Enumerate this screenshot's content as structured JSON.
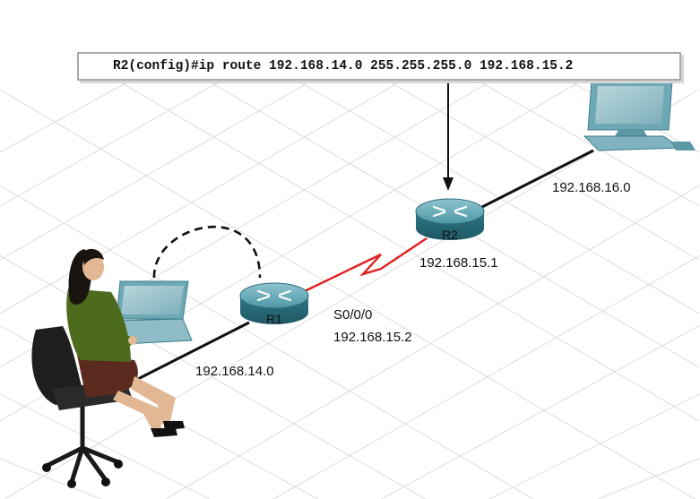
{
  "command": "R2(config)#ip route 192.168.14.0 255.255.255.0 192.168.15.2",
  "routers": [
    {
      "id": "R1",
      "label": "R1"
    },
    {
      "id": "R2",
      "label": "R2"
    }
  ],
  "labels": {
    "lan_r1": "192.168.14.0",
    "r1_interface": "S0/0/0",
    "r1_serial_ip": "192.168.15.2",
    "r2_serial_ip": "192.168.15.1",
    "lan_r2": "192.168.16.0"
  },
  "colors": {
    "serial_link": "#e02020",
    "ethernet_link": "#111111",
    "router_body": "#3c8c9c",
    "grid": "#d9d9d9"
  }
}
